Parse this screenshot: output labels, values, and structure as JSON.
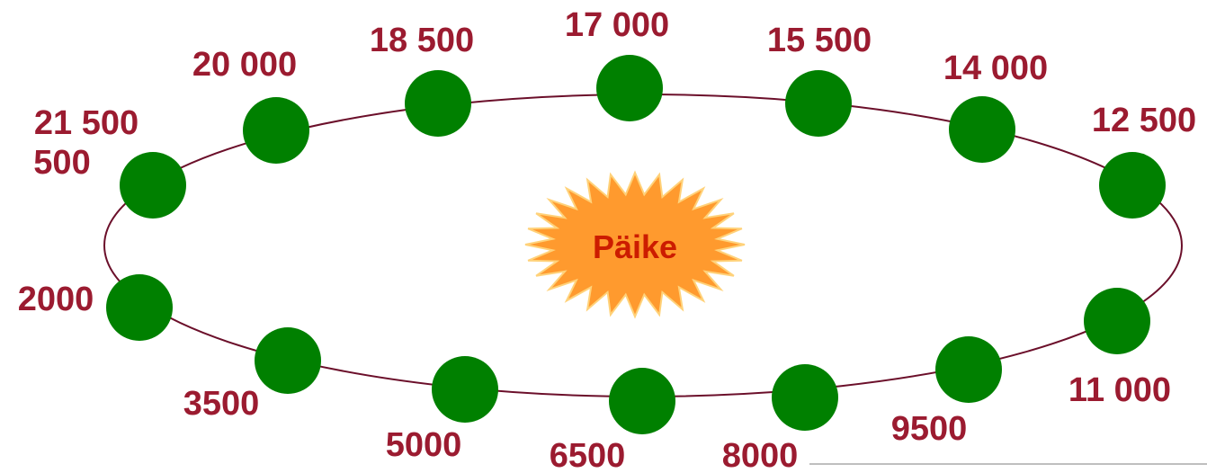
{
  "sun": {
    "label": "Päike"
  },
  "planets": [
    {
      "label": "17 000"
    },
    {
      "label": "15 500"
    },
    {
      "label": "14 000"
    },
    {
      "label": "12 500"
    },
    {
      "label": "11 000"
    },
    {
      "label": "9500"
    },
    {
      "label": "8000"
    },
    {
      "label": "6500"
    },
    {
      "label": "5000"
    },
    {
      "label": "3500"
    },
    {
      "label": "2000"
    },
    {
      "label": "500",
      "label2": "21 500"
    },
    {
      "label": "20 000"
    },
    {
      "label": "18 500"
    }
  ],
  "colors": {
    "orbit": "#6b0f2a",
    "planet": "#008000",
    "label": "#9b1b30",
    "sun_fill": "#ff9a2e",
    "sun_text": "#cc1c00"
  }
}
